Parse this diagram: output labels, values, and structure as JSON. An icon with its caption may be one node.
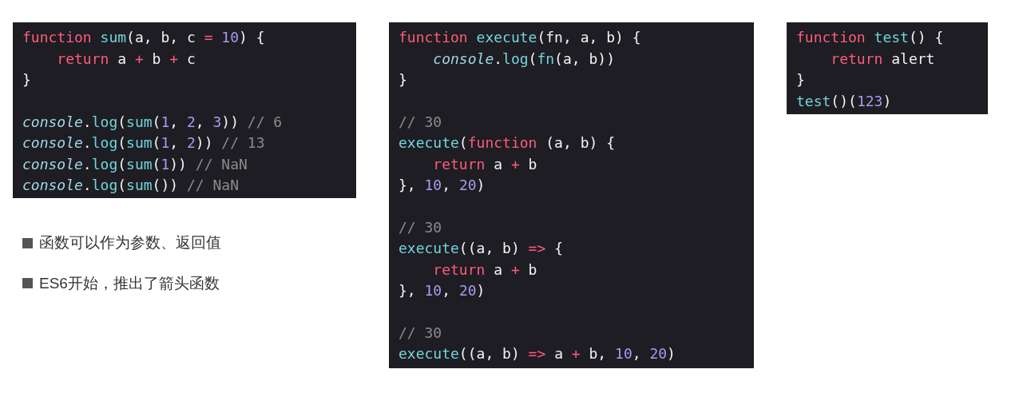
{
  "diagram": {
    "nodes": [
      {
        "text": [],
        "shape": "box"
      },
      {
        "text": [
          "function sum(a, b, c = 10) {",
          "    return a + b + c",
          "}"
        ],
        "in": 0
      },
      {
        "text": [
          "console.log(sum(1, 2, 3)) // 6",
          "console.log(sum(1, 2)) // 13",
          "console.log(sum(1)) // NaN",
          "console.log(sum()) // NaN"
        ],
        "in": 0
      },
      {
        "text": [],
        "shape": "box"
      },
      {
        "text": [
          "function execute(fn, a, b) {",
          "    console.log(fn(a, b))",
          "}"
        ],
        "in": 3
      },
      {
        "text": [
          "// 30",
          "execute(function (a, b) {",
          "    return a + b",
          "}, 10, 20)"
        ],
        "in": 3
      },
      {
        "text": [
          "// 30",
          "execute((a, b) => {",
          "    return a + b",
          "}, 10, 20)"
        ],
        "in": 3
      },
      {
        "text": [
          "// 30",
          "execute((a, b) => a + b, 10, 20)"
        ],
        "in": 3
      },
      {
        "text": [],
        "shape": "box"
      },
      {
        "text": [
          "function test() {",
          "    return alert",
          "}",
          "test()(123)"
        ],
        "in": 8
      }
    ],
    "labels": [
      "函数可以作为参数、返回值",
      "ES6开始，推出了箭头函数"
    ]
  }
}
